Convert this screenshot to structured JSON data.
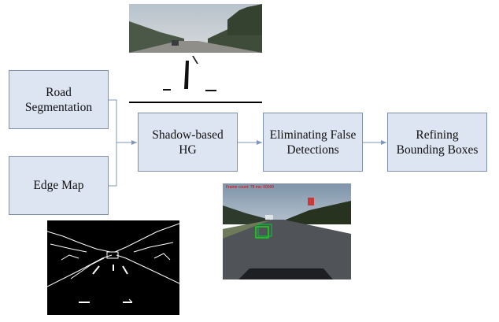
{
  "nodes": {
    "road_segmentation": "Road\nSegmentation",
    "edge_map": "Edge Map",
    "shadow_hg": "Shadow-based\nHG",
    "eliminating": "Eliminating False\nDetections",
    "refining": "Refining\nBounding Boxes"
  },
  "images": {
    "detection_stamp": "Frame count: 78  ms: 00000"
  },
  "colors": {
    "box_fill": "#dde4f2",
    "box_border": "#7f8fa8",
    "arrow": "#7f96b8",
    "detection_box": "#00ff00"
  }
}
